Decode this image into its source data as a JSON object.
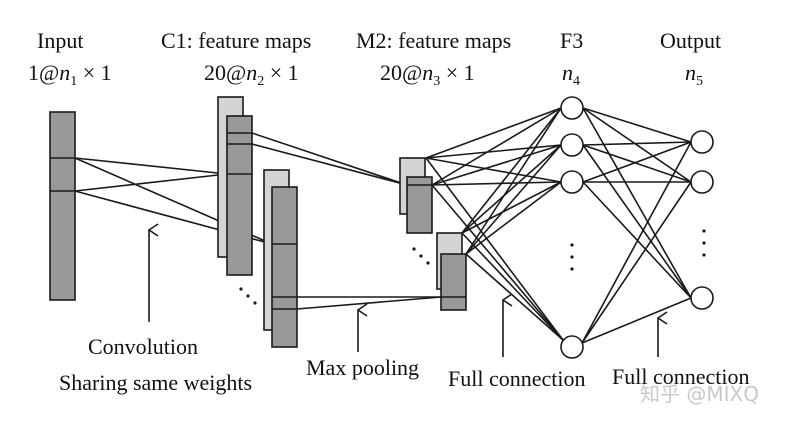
{
  "headers": {
    "input": {
      "title": "Input",
      "prefix": "1@",
      "var": "n",
      "sub": "1",
      "suffix": " × 1"
    },
    "c1": {
      "title": "C1: feature maps",
      "prefix": "20@",
      "var": "n",
      "sub": "2",
      "suffix": " × 1"
    },
    "m2": {
      "title": "M2: feature maps",
      "prefix": "20@",
      "var": "n",
      "sub": "3",
      "suffix": " × 1"
    },
    "f3": {
      "title": "F3",
      "var": "n",
      "sub": "4"
    },
    "output": {
      "title": "Output",
      "var": "n",
      "sub": "5"
    }
  },
  "annotations": {
    "convolution": "Convolution",
    "sharing": "Sharing same weights",
    "max_pooling": "Max pooling",
    "full_connection_1": "Full connection",
    "full_connection_2": "Full connection"
  },
  "watermark": "知乎 @MIXQ",
  "colors": {
    "dark_map": "#999999",
    "light_map": "#d4d4d4",
    "stroke": "#1a1a1a",
    "watermark": "#c9c9c9"
  }
}
